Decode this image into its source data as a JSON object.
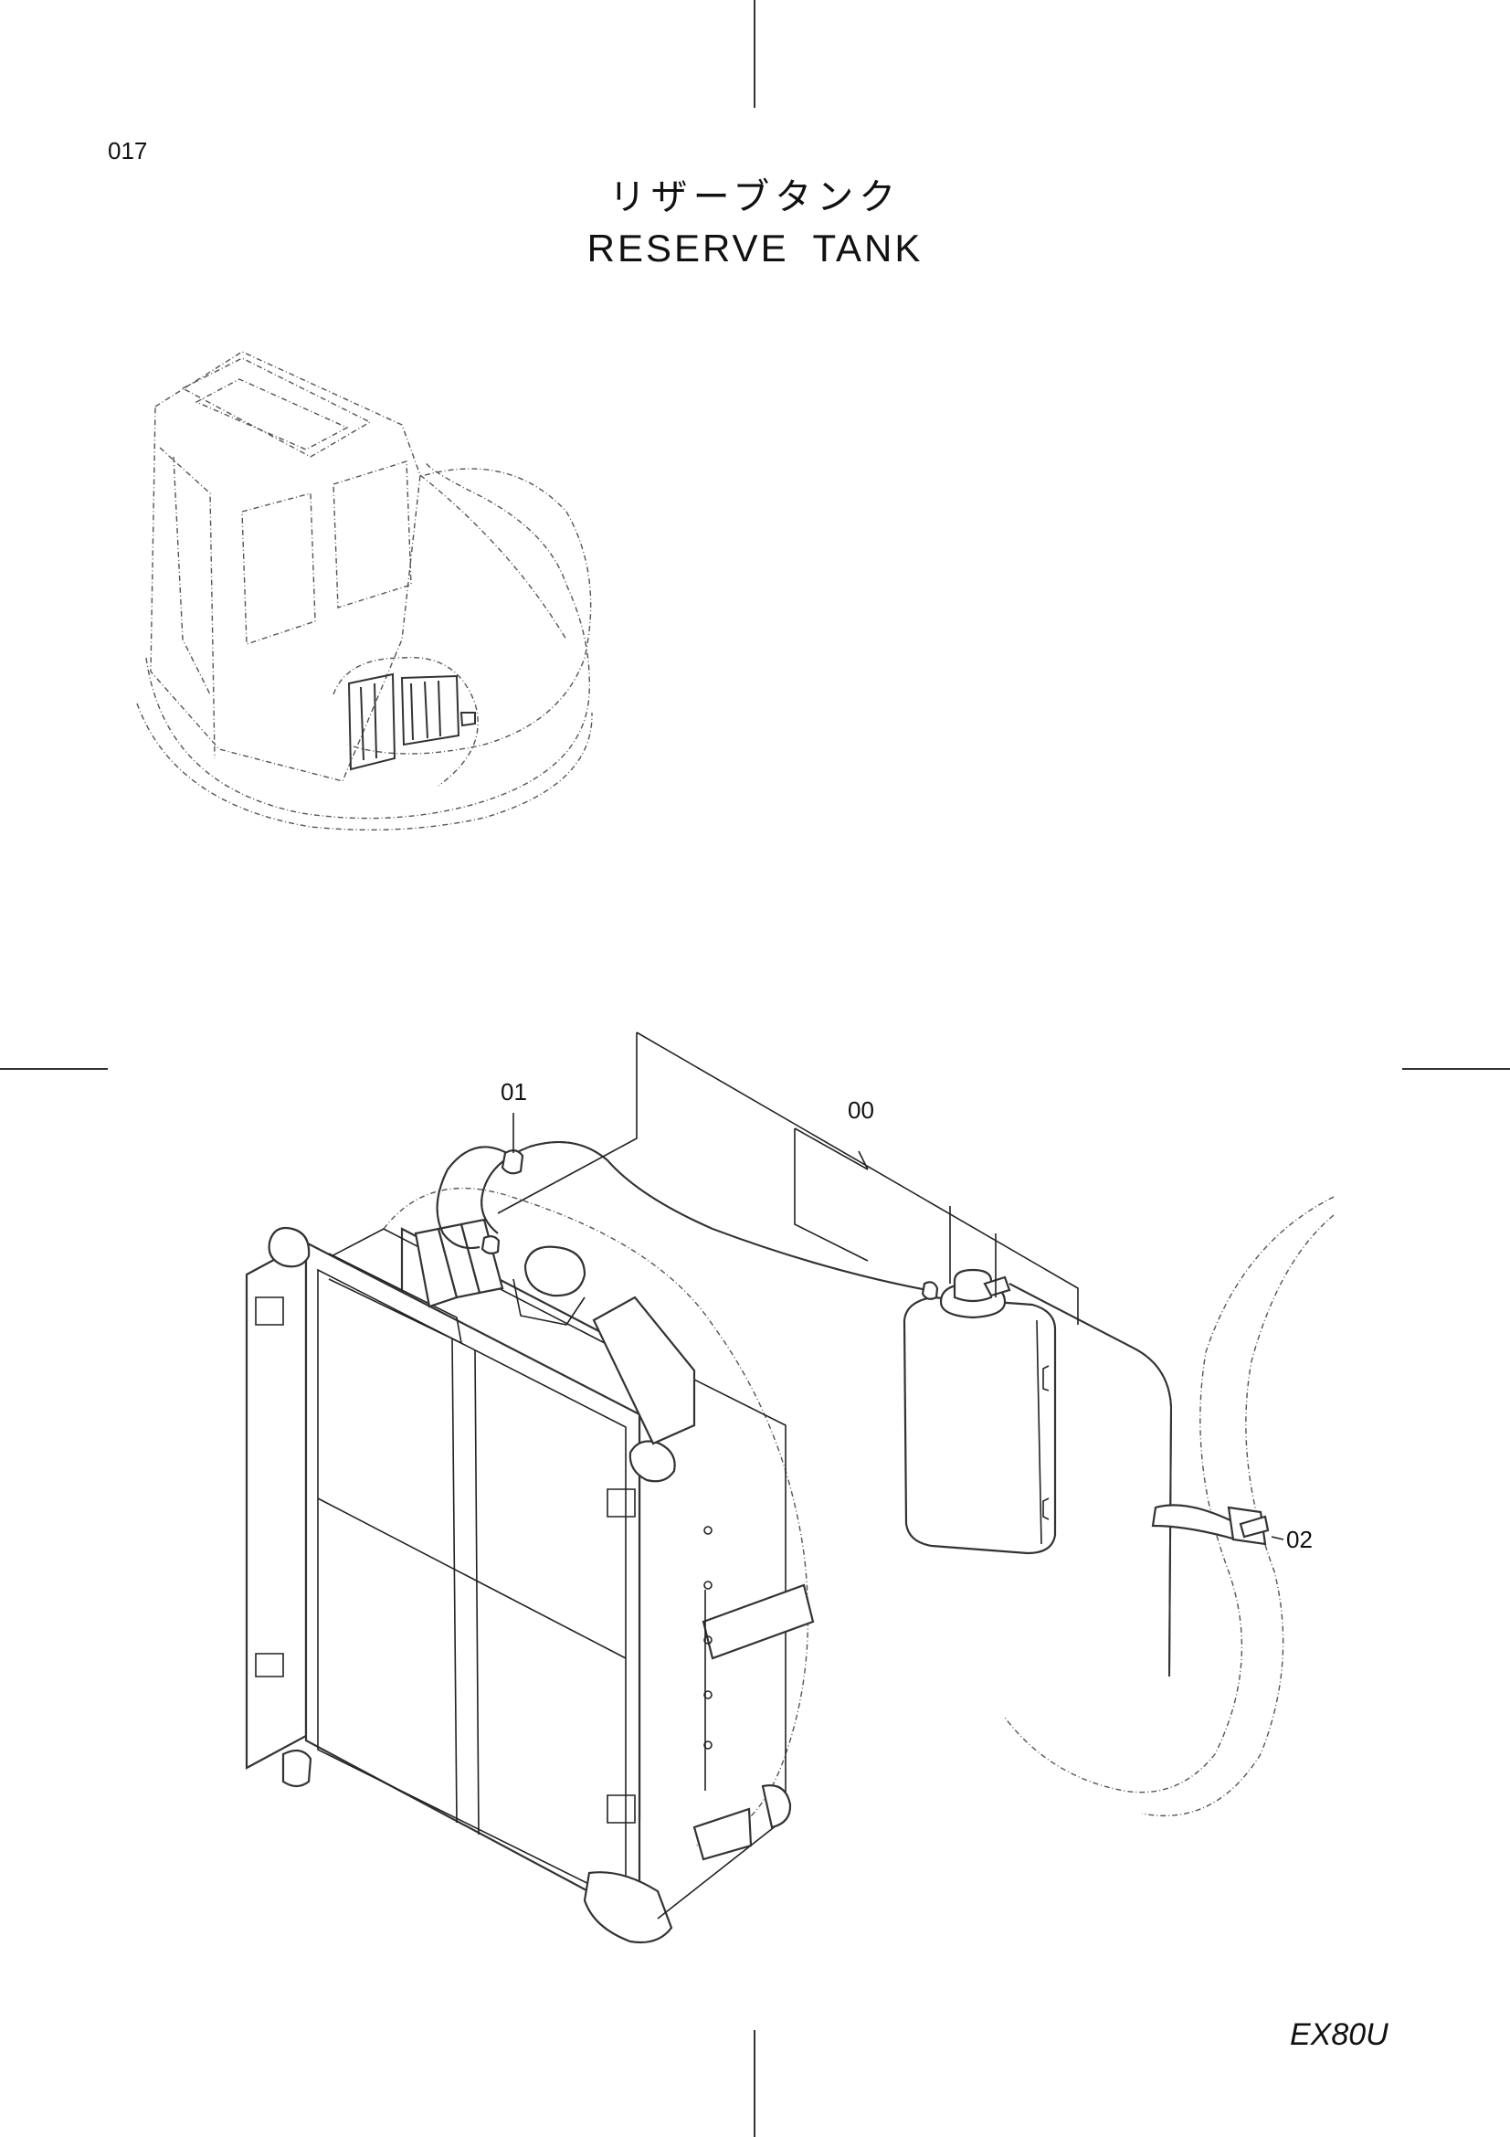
{
  "page": {
    "number": "017",
    "title_jp": "リザーブタンク",
    "title_en": "RESERVE TANK",
    "model": "EX80U"
  },
  "parts": [
    {
      "label": "01"
    },
    {
      "label": "00"
    },
    {
      "label": "02"
    }
  ]
}
